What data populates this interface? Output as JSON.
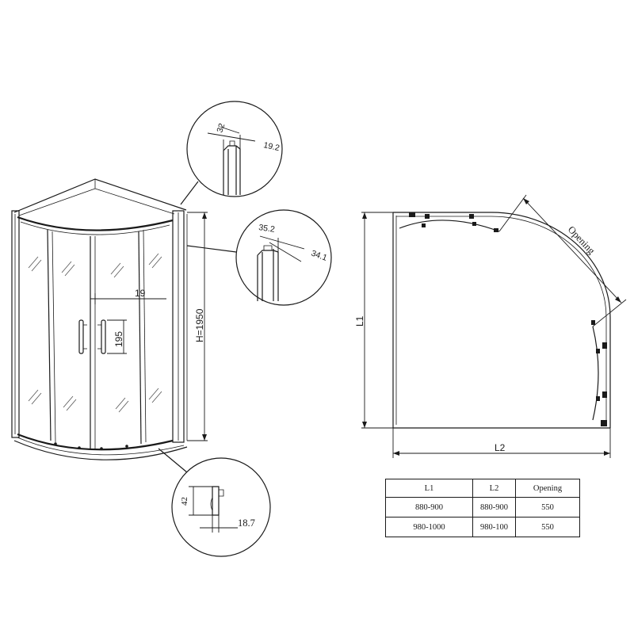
{
  "front_view": {
    "height_label": "H=1950",
    "handle_gap": "19",
    "handle_length": "195"
  },
  "detail_top": {
    "width_a": "32",
    "width_b": "19.2"
  },
  "detail_mid": {
    "width_a": "35.2",
    "width_b": "34.1"
  },
  "detail_bottom": {
    "height": "42",
    "width": "18.7"
  },
  "plan_view": {
    "l1_label": "L1",
    "l2_label": "L2",
    "opening_label": "Opening"
  },
  "size_table": {
    "headers": [
      "L1",
      "L2",
      "Opening"
    ],
    "rows": [
      [
        "880-900",
        "880-900",
        "550"
      ],
      [
        "980-1000",
        "980-100",
        "550"
      ]
    ]
  }
}
